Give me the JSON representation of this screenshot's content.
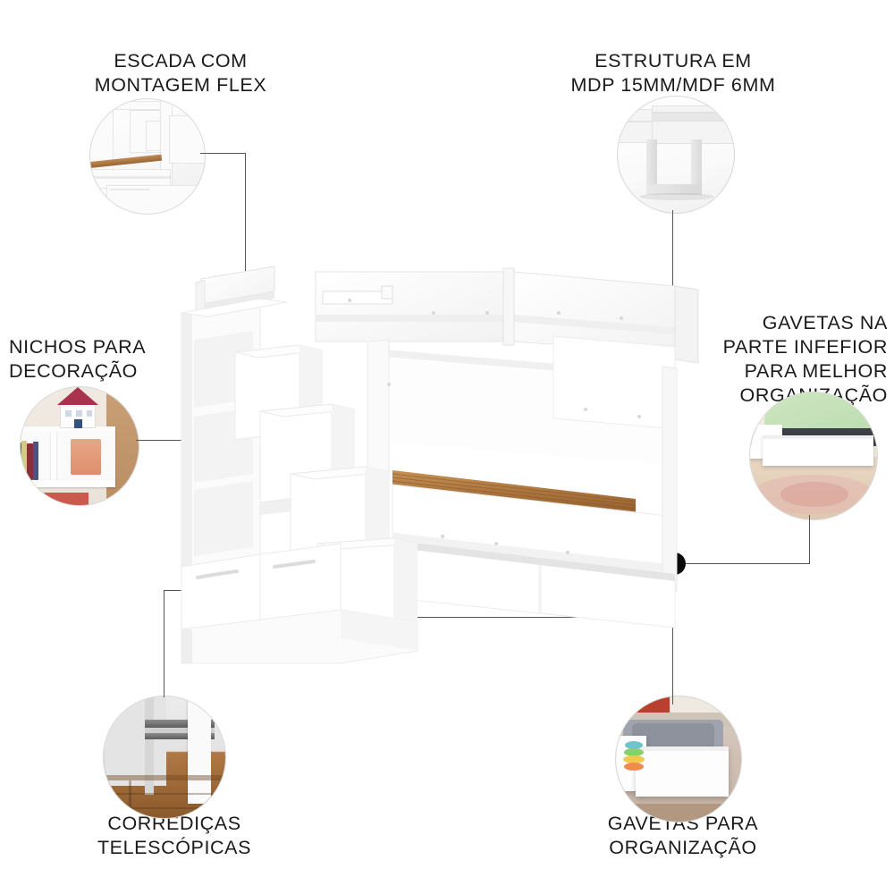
{
  "page": {
    "background_color": "#ffffff",
    "accent_dot_color": "#0b0b0b",
    "line_color": "#555555",
    "text_color": "#1a1a1a"
  },
  "product": {
    "name": "beliche-infantil-branca",
    "description": "Beliche infantil branca com escada tipo escadaria com nichos e gavetas",
    "colors": {
      "body": "#ffffff",
      "panel_shadow": "#e9e9e9",
      "slats_wood": "#b07c45"
    }
  },
  "callouts": [
    {
      "id": "escada-montagem-flex",
      "label": "ESCADA COM\nMONTAGEM FLEX",
      "label_align": "center",
      "inset_name": "escada-inset-photo",
      "dot_name": "hotspot-escada"
    },
    {
      "id": "estrutura-mdp-mdf",
      "label": "ESTRUTURA EM\nMDP 15MM/MDF 6MM",
      "label_align": "center",
      "inset_name": "estrutura-inset-photo",
      "dot_name": "hotspot-estrutura"
    },
    {
      "id": "nichos-decoracao",
      "label": "NICHOS PARA\nDECORAÇÃO",
      "label_align": "left",
      "inset_name": "nichos-inset-photo",
      "dot_name": "hotspot-nichos"
    },
    {
      "id": "gavetas-parte-inferior",
      "label": "GAVETAS NA\nPARTE INFEFIOR\nPARA MELHOR\nORGANIZAÇÃO",
      "label_align": "right",
      "inset_name": "gavetas-inferior-inset-photo",
      "dot_name": "hotspot-gavetas-inferior"
    },
    {
      "id": "corredicas-telescopicas",
      "label": "CORREDIÇAS\nTELESCÓPICAS",
      "label_align": "center",
      "inset_name": "corredicas-inset-photo",
      "dot_name": "hotspot-corredicas"
    },
    {
      "id": "gavetas-organizacao",
      "label": "GAVETAS PARA\nORGANIZAÇÃO",
      "label_align": "center",
      "inset_name": "gavetas-organizacao-inset-photo",
      "dot_name": "hotspot-gavetas-organizacao"
    }
  ]
}
